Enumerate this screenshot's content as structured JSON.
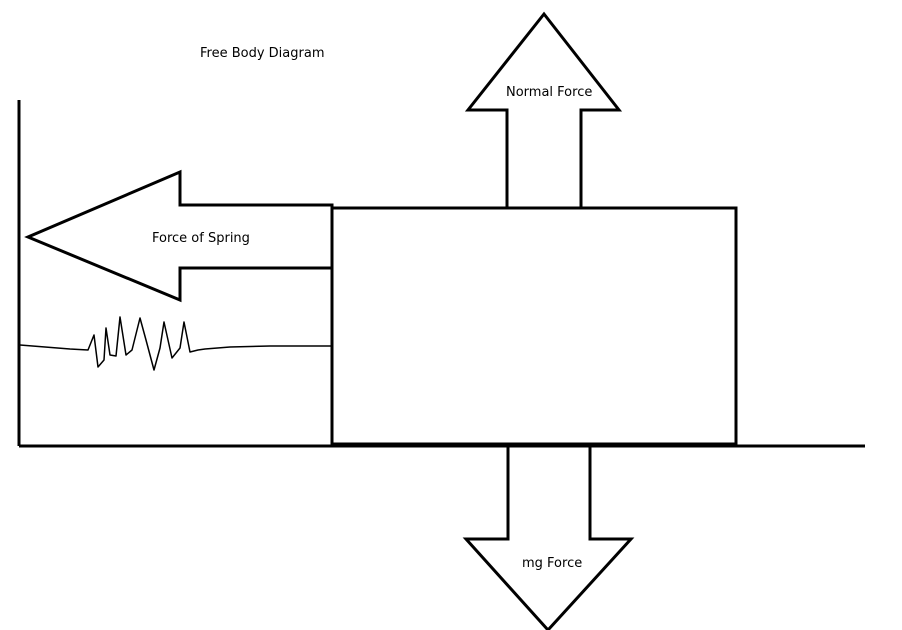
{
  "diagram": {
    "title": "Free Body Diagram",
    "colors": {
      "stroke": "#000000",
      "background": "#ffffff"
    },
    "labels": {
      "normal_force": "Normal Force",
      "spring_force": "Force of Spring",
      "mg_force": "mg Force"
    }
  }
}
